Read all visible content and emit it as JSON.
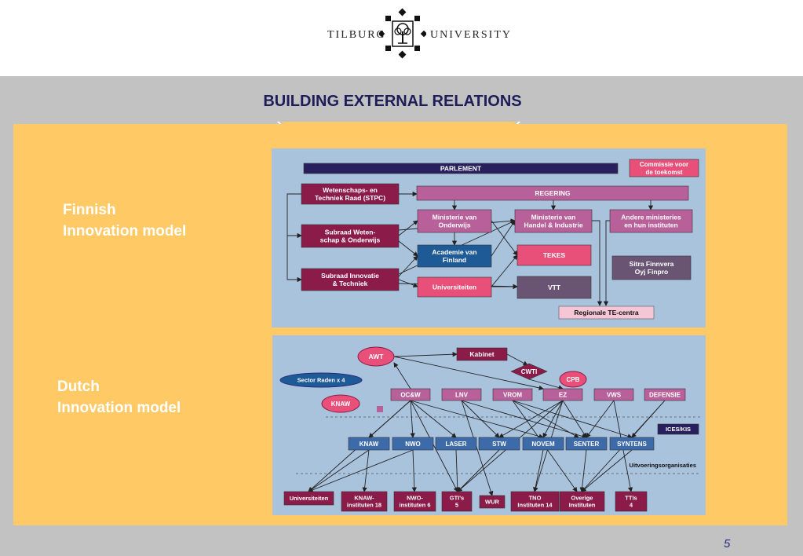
{
  "header": {
    "logo_left": "TILBURG",
    "logo_right": "UNIVERSITY"
  },
  "slide": {
    "title": "BUILDING EXTERNAL RELATIONS",
    "finnish_label_line1": "Finnish",
    "finnish_label_line2": "Innovation model",
    "dutch_label_line1": "Dutch",
    "dutch_label_line2": "Innovation model",
    "page_number": "5"
  },
  "colors": {
    "slide_bg": "#c2c2c2",
    "panel_bg": "#ffc966",
    "diagram_bg": "#a9c3dd",
    "maroon": "#8b1c4a",
    "purple": "#b8609a",
    "navy": "#28205e",
    "pink": "#e8507a",
    "blue": "#1d5a96",
    "slate_blue": "#3d6aa8",
    "grey_purple": "#6a5474"
  },
  "finnish_diagram": {
    "boxes": {
      "parlement": [
        "PARLEMENT"
      ],
      "commissie": [
        "Commissie voor",
        "de toekomst"
      ],
      "regering": [
        "REGERING"
      ],
      "stpc": [
        "Wetenschaps- en",
        "Techniek Raad (STPC)"
      ],
      "min_onderwijs": [
        "Ministerie van",
        "Onderwijs"
      ],
      "min_handel": [
        "Ministerie van",
        "Handel & Industrie"
      ],
      "andere": [
        "Andere ministeries",
        "en hun instituten"
      ],
      "subraad_wet": [
        "Subraad Weten-",
        "schap & Onderwijs"
      ],
      "academie": [
        "Academie van",
        "Finland"
      ],
      "tekes": [
        "TEKES"
      ],
      "sitra": [
        "Sitra Finnvera",
        "Oyj Finpro"
      ],
      "subraad_inn": [
        "Subraad Innovatie",
        "& Techniek"
      ],
      "universiteiten": [
        "Universiteiten"
      ],
      "vtt": [
        "VTT"
      ],
      "regionale": [
        "Regionale TE-centra"
      ]
    }
  },
  "dutch_diagram": {
    "nodes": {
      "awt": "AWT",
      "kabinet": "Kabinet",
      "cwti": "CWTI",
      "cpb": "CPB",
      "sector_raden": "Sector Raden x 4",
      "knaw_ellipse": "KNAW",
      "ocw": "OC&W",
      "lnv": "LNV",
      "vrom": "VROM",
      "ez": "EZ",
      "vws": "VWS",
      "defensie": "DEFENSIE",
      "ices": "ICES/KIS",
      "knaw": "KNAW",
      "nwo": "NWO",
      "laser": "LASER",
      "stw": "STW",
      "novem": "NOVEM",
      "senter": "SENTER",
      "syntens": "SYNTENS",
      "uitvoering": "Uitvoeringsorganisaties",
      "universiteiten": "Universiteiten",
      "knaw_inst": [
        "KNAW-",
        "instituten 18"
      ],
      "nwo_inst": [
        "NWO-",
        "instituten 6"
      ],
      "gtis": [
        "GTI's",
        "5"
      ],
      "wur": "WUR",
      "tno": [
        "TNO",
        "Instituten 14"
      ],
      "overige": [
        "Overige",
        "Instituten"
      ],
      "ttis": [
        "TTIs",
        "4"
      ]
    }
  }
}
